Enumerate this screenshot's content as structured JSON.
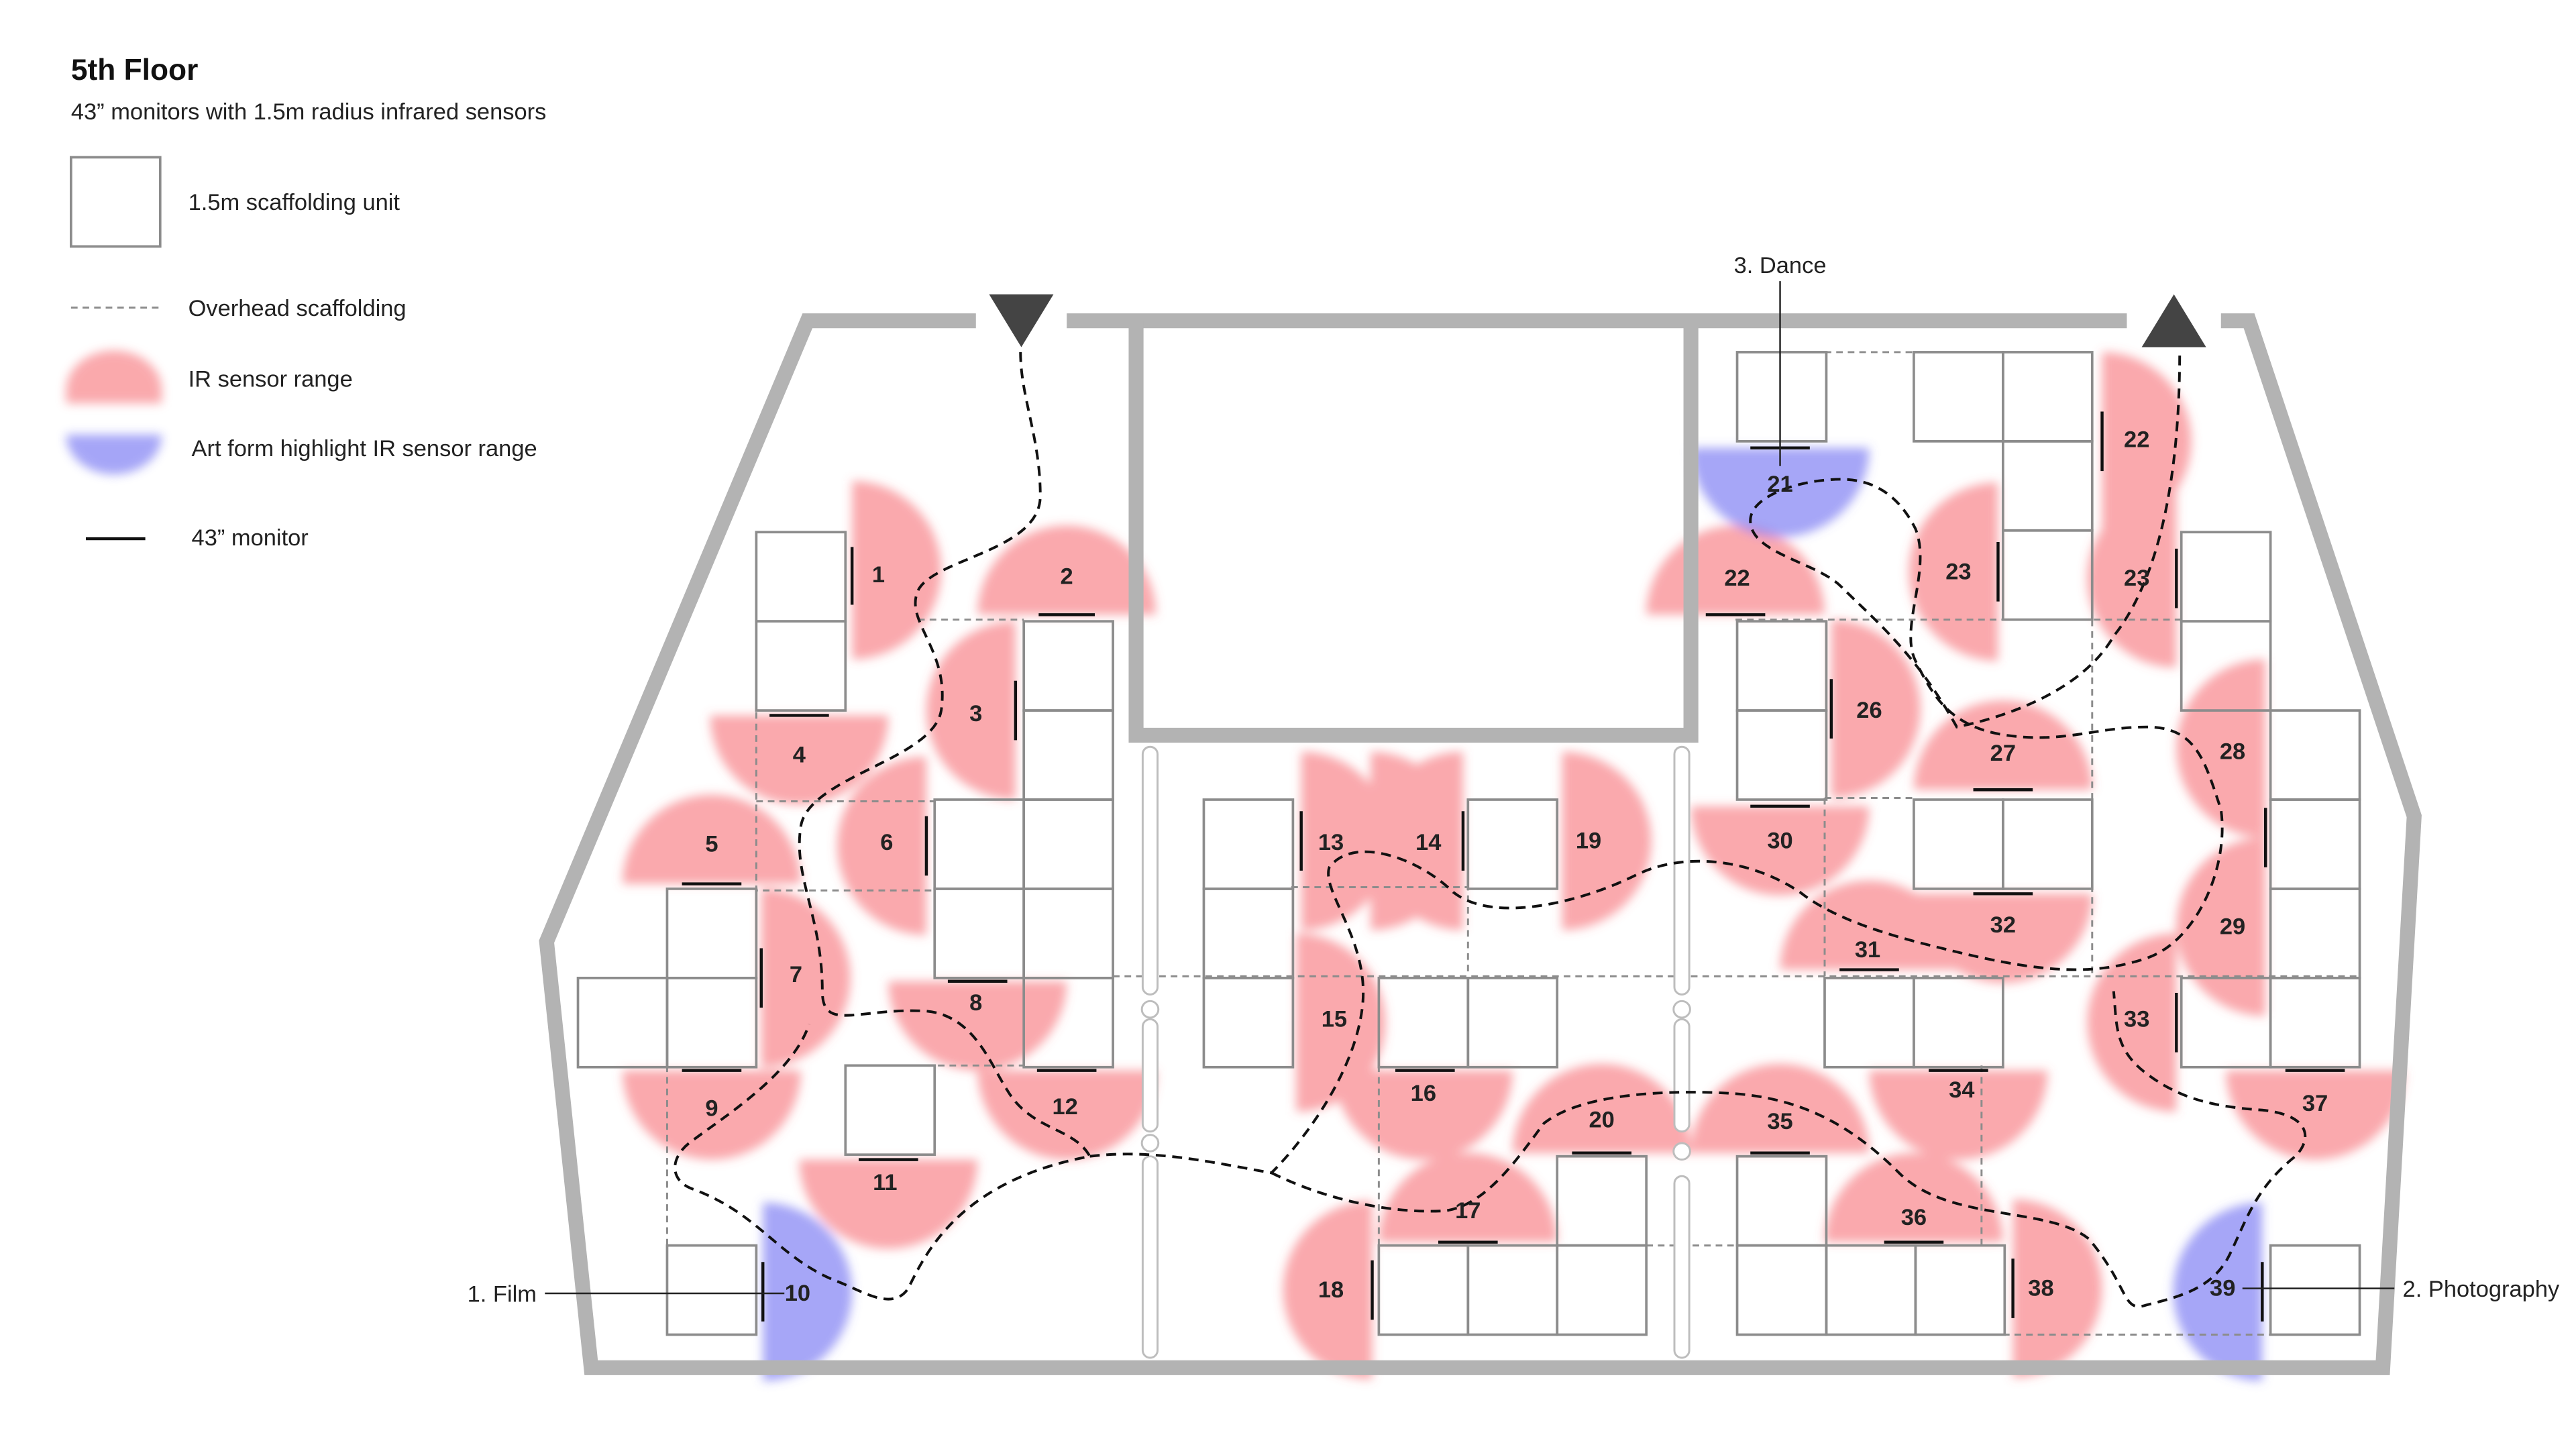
{
  "title": "5th Floor",
  "subtitle": "43” monitors with 1.5m radius infrared sensors",
  "legend": {
    "scaffold_unit": "1.5m scaffolding unit",
    "overhead": "Overhead scaffolding",
    "ir_range": "IR sensor range",
    "highlight_range": "Art form highlight IR sensor range",
    "monitor": "43” monitor"
  },
  "colors": {
    "wall": "#b3b3b3",
    "ir_sensor": "#f6636b",
    "highlight_sensor": "#6a6af2",
    "scaffold": "#8c8c8c",
    "path": "#111111",
    "marker": "#444444"
  },
  "callouts": {
    "film": "1. Film",
    "photography": "2. Photography",
    "dance": "3. Dance"
  },
  "icons": {
    "entrance": "triangle-down-icon",
    "exit": "triangle-up-icon"
  },
  "stations": [
    "1",
    "2",
    "3",
    "4",
    "5",
    "6",
    "7",
    "8",
    "9",
    "10",
    "11",
    "12",
    "13",
    "14",
    "15",
    "16",
    "17",
    "18",
    "19",
    "20",
    "21",
    "22",
    "22",
    "23",
    "23",
    "26",
    "27",
    "28",
    "29",
    "30",
    "31",
    "32",
    "33",
    "34",
    "35",
    "36",
    "37",
    "38",
    "39"
  ]
}
